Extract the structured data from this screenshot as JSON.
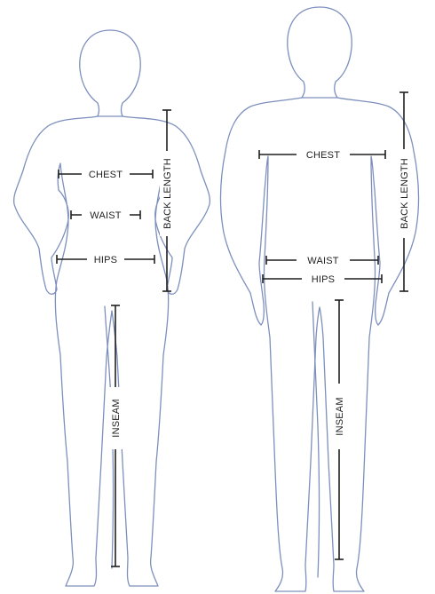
{
  "diagram": {
    "colors": {
      "outline": "#7d8fbd",
      "measure": "#1f1f1f",
      "background": "#ffffff"
    },
    "female": {
      "labels": {
        "chest": "CHEST",
        "waist": "WAIST",
        "hips": "HIPS",
        "back_length": "BACK LENGTH",
        "inseam": "INSEAM"
      }
    },
    "male": {
      "labels": {
        "chest": "CHEST",
        "waist": "WAIST",
        "hips": "HIPS",
        "back_length": "BACK LENGTH",
        "inseam": "INSEAM"
      }
    }
  }
}
